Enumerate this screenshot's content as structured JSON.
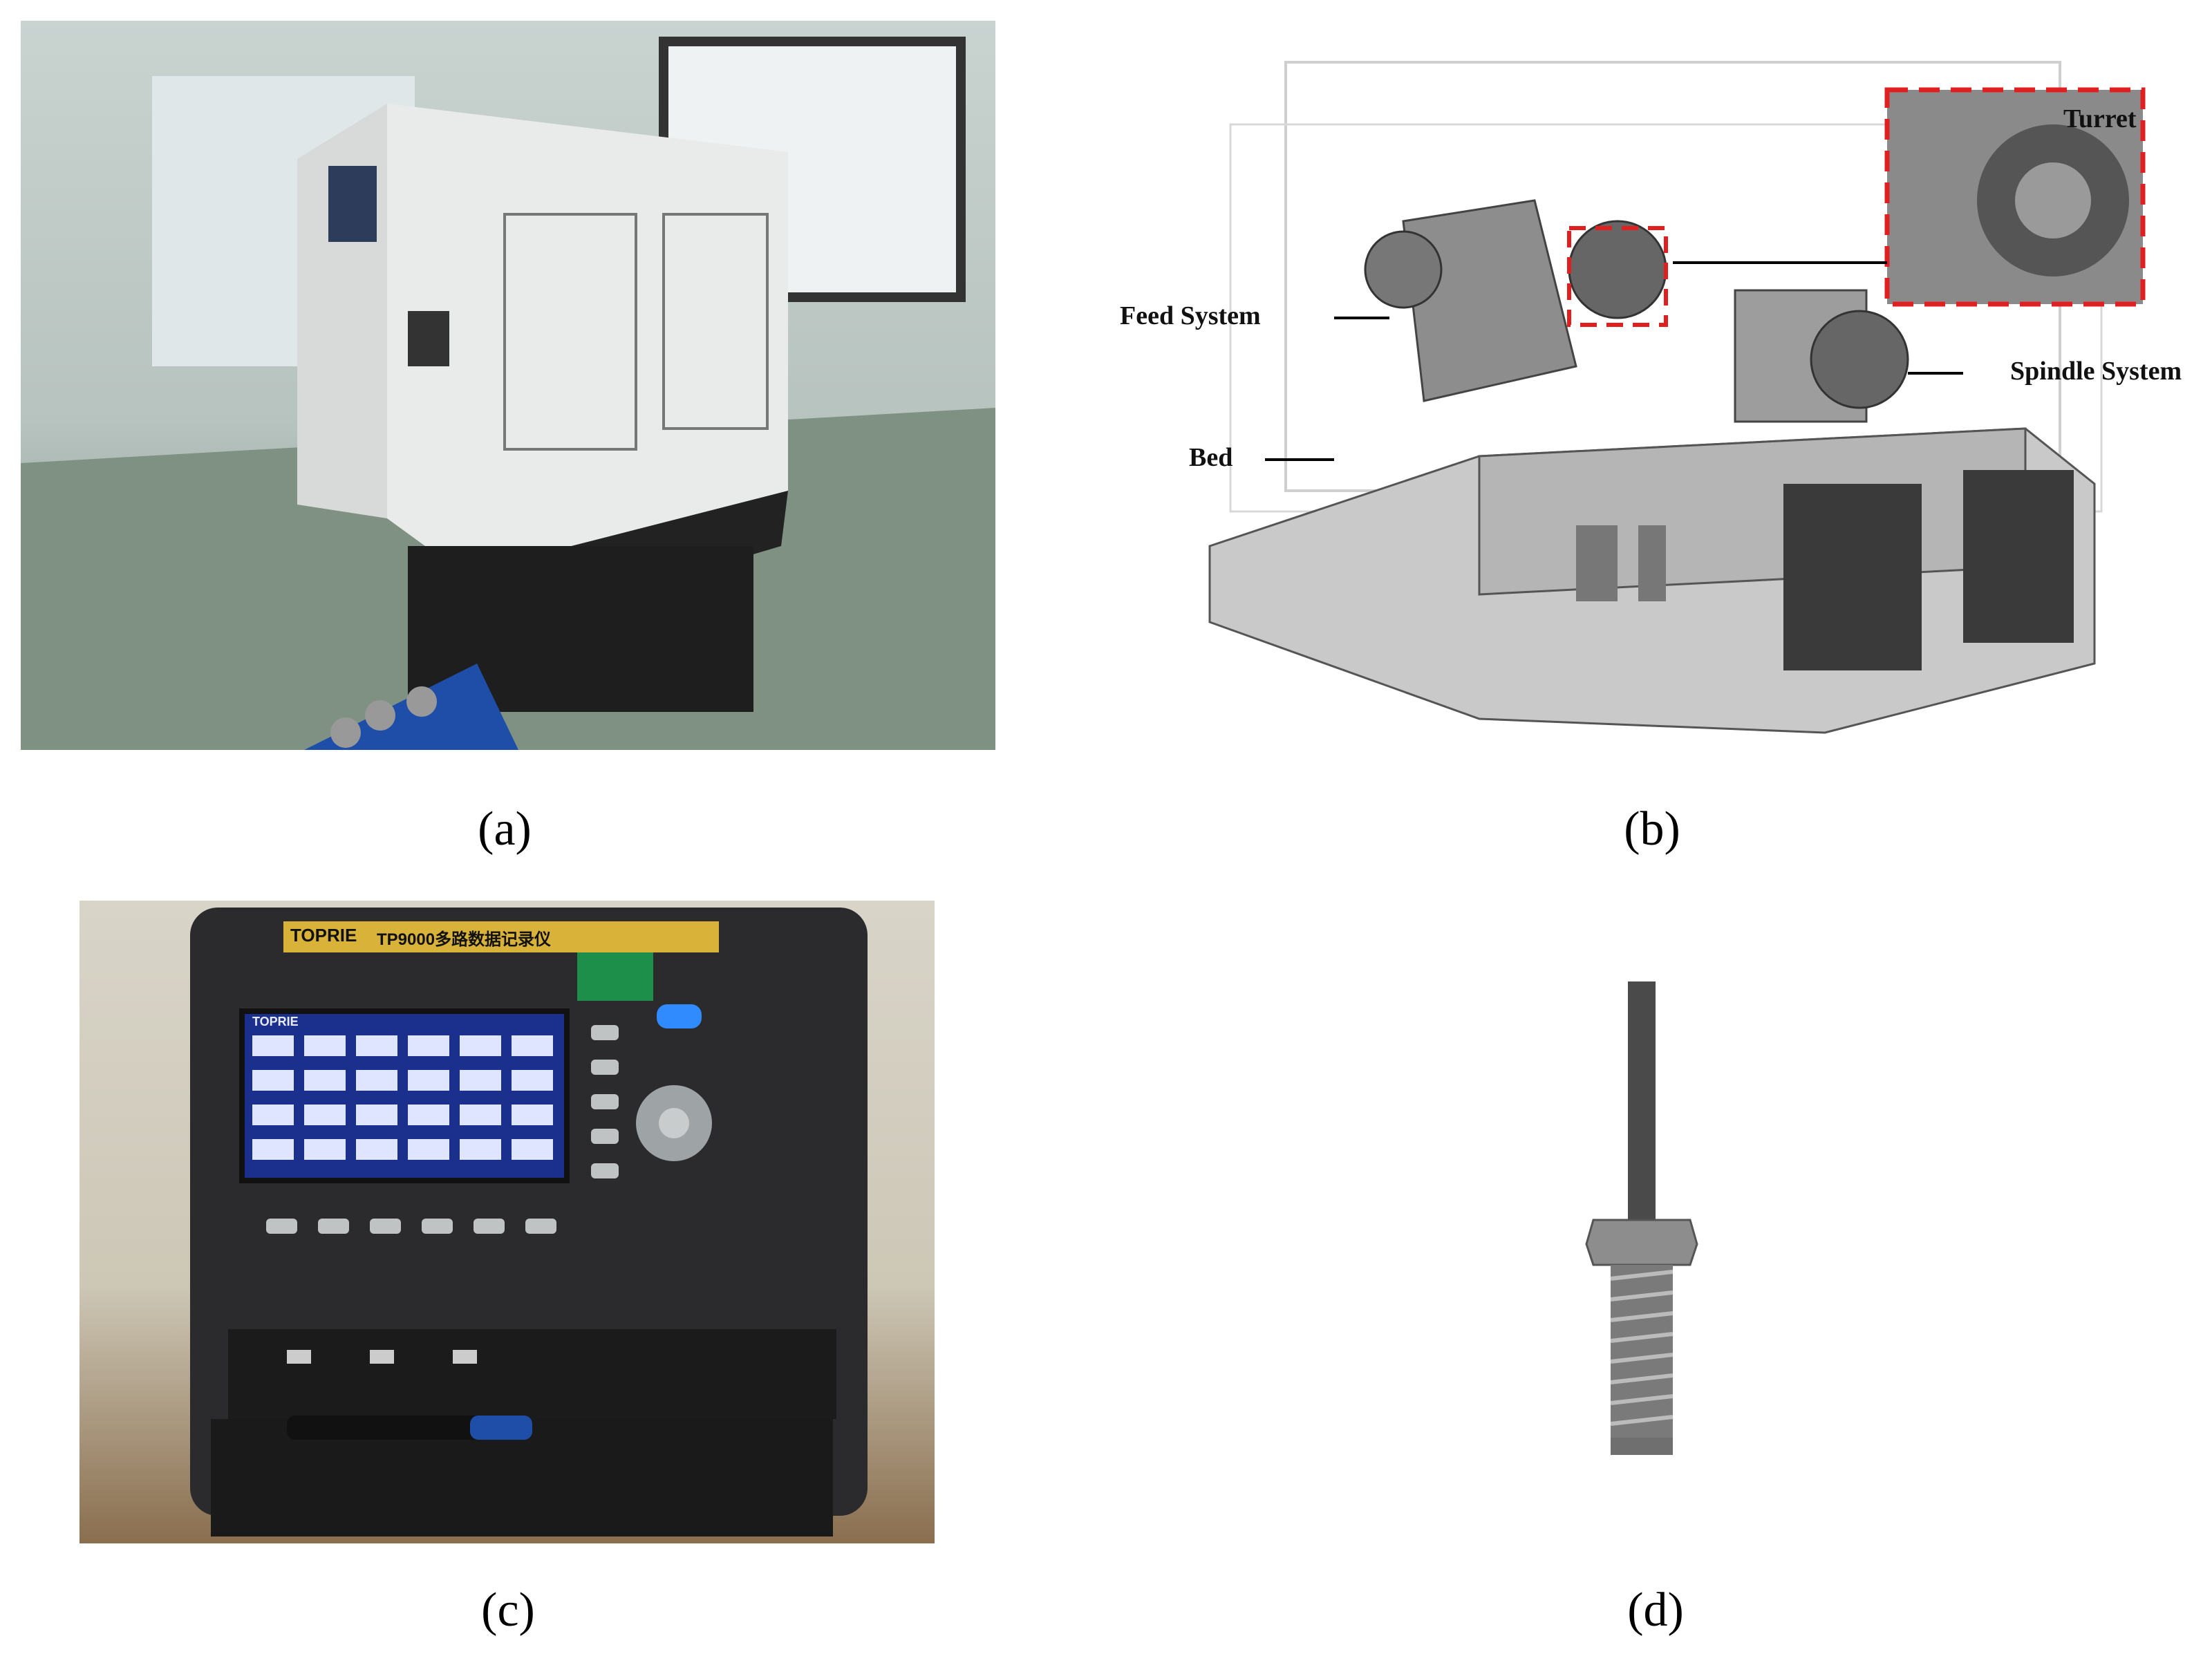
{
  "captions": {
    "a": "(a)",
    "b": "(b)",
    "c": "(c)",
    "d": "(d)"
  },
  "drawing_labels": {
    "turret": "Turret",
    "feed_system": "Feed System",
    "spindle_system": "Spindle System",
    "bed": "Bed"
  },
  "recorder": {
    "brand": "TOPRIE",
    "model": "TP9000多路数据记录仪",
    "screen_title": "TOPRIE"
  },
  "colors": {
    "highlight_red": "#e02020",
    "machine_white": "#e9eaea",
    "recorder_body": "#2b2b2d",
    "recorder_screen": "#1b2f8c"
  }
}
